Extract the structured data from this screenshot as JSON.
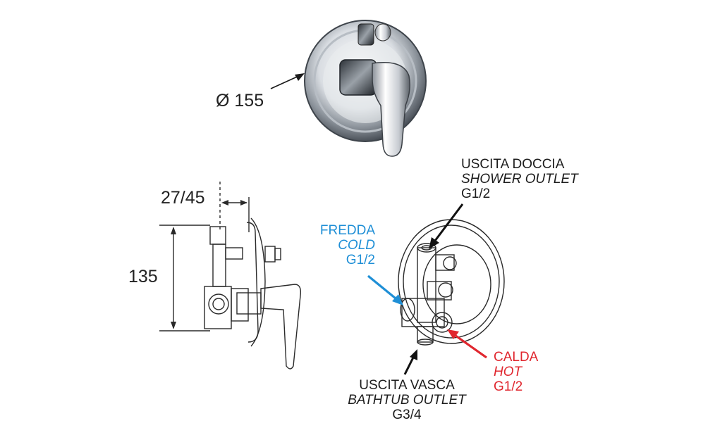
{
  "dimensions": {
    "diameter": "Ø 155",
    "depth": "27/45",
    "height": "135"
  },
  "labels": {
    "shower": {
      "line1": "USCITA DOCCIA",
      "line2": "SHOWER OUTLET",
      "line3": "G1/2"
    },
    "cold": {
      "line1": "FREDDA",
      "line2": "COLD",
      "line3": "G1/2"
    },
    "hot": {
      "line1": "CALDA",
      "line2": "HOT",
      "line3": "G1/2"
    },
    "bathtub": {
      "line1": "USCITA VASCA",
      "line2": "BATHTUB OUTLET",
      "line3": "G3/4"
    }
  },
  "colors": {
    "cold": "#1f8fd6",
    "hot": "#e0262e",
    "text": "#1c1c1c"
  }
}
